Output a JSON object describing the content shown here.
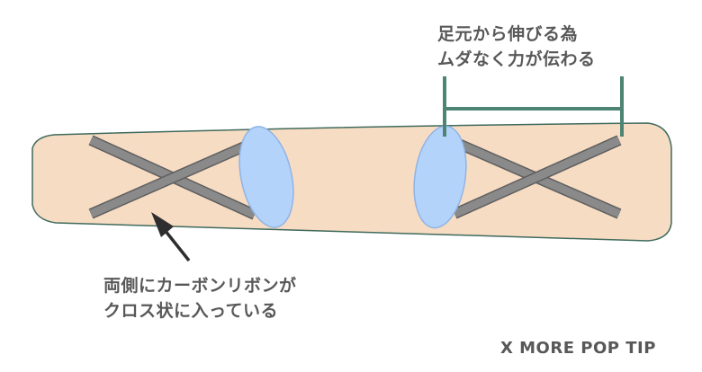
{
  "labels": {
    "bridge_line1": "足元から伸びる為",
    "bridge_line2": "ムダなく力が伝わる",
    "ribbon_line1": "両側にカーボンリボンが",
    "ribbon_line2": "クロス状に入っている",
    "footer": "X MORE POP TIP"
  },
  "colors": {
    "board_fill": "#f7dcc4",
    "board_stroke": "#3f6a5c",
    "carbon_band": "#8a8a8a",
    "binding_fill": "#b3d3fb",
    "binding_stroke": "#8fb4e4",
    "bracket": "#4d8473",
    "text": "#585858"
  }
}
